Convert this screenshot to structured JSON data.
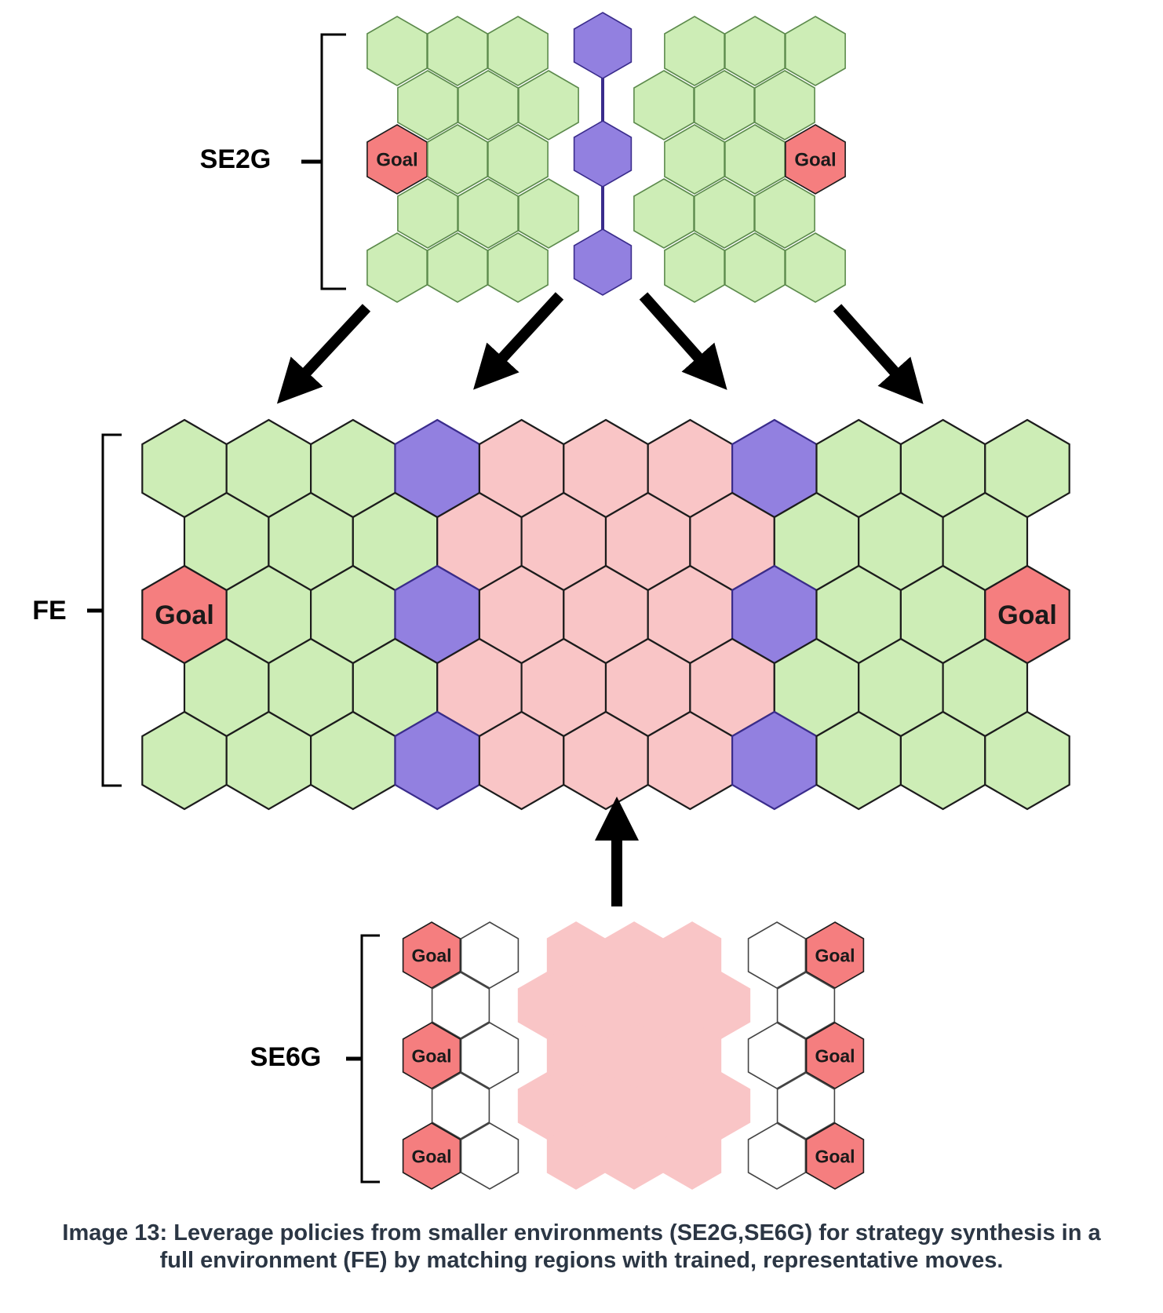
{
  "labels": {
    "se2g": "SE2G",
    "fe": "FE",
    "se6g": "SE6G",
    "goal": "Goal"
  },
  "caption": "Image 13: Leverage policies from smaller environments (SE2G,SE6G) for strategy synthesis in a full environment (FE) by matching regions with trained, representative moves.",
  "colors": {
    "green": "#cdedb6",
    "purple": "#9280e0",
    "pink": "#f9c5c6",
    "goal": "#f57e7f",
    "white": "#ffffff",
    "outline": "#1c1c1c",
    "green_outline": "#5c8a4c",
    "purple_outline": "#3a2c8c",
    "arrow": "#000000",
    "caption": "#2b3644"
  },
  "icons": {
    "arrows": "down-arrow-icon",
    "up_arrow": "up-arrow-icon",
    "brackets": "bracket-icon"
  }
}
